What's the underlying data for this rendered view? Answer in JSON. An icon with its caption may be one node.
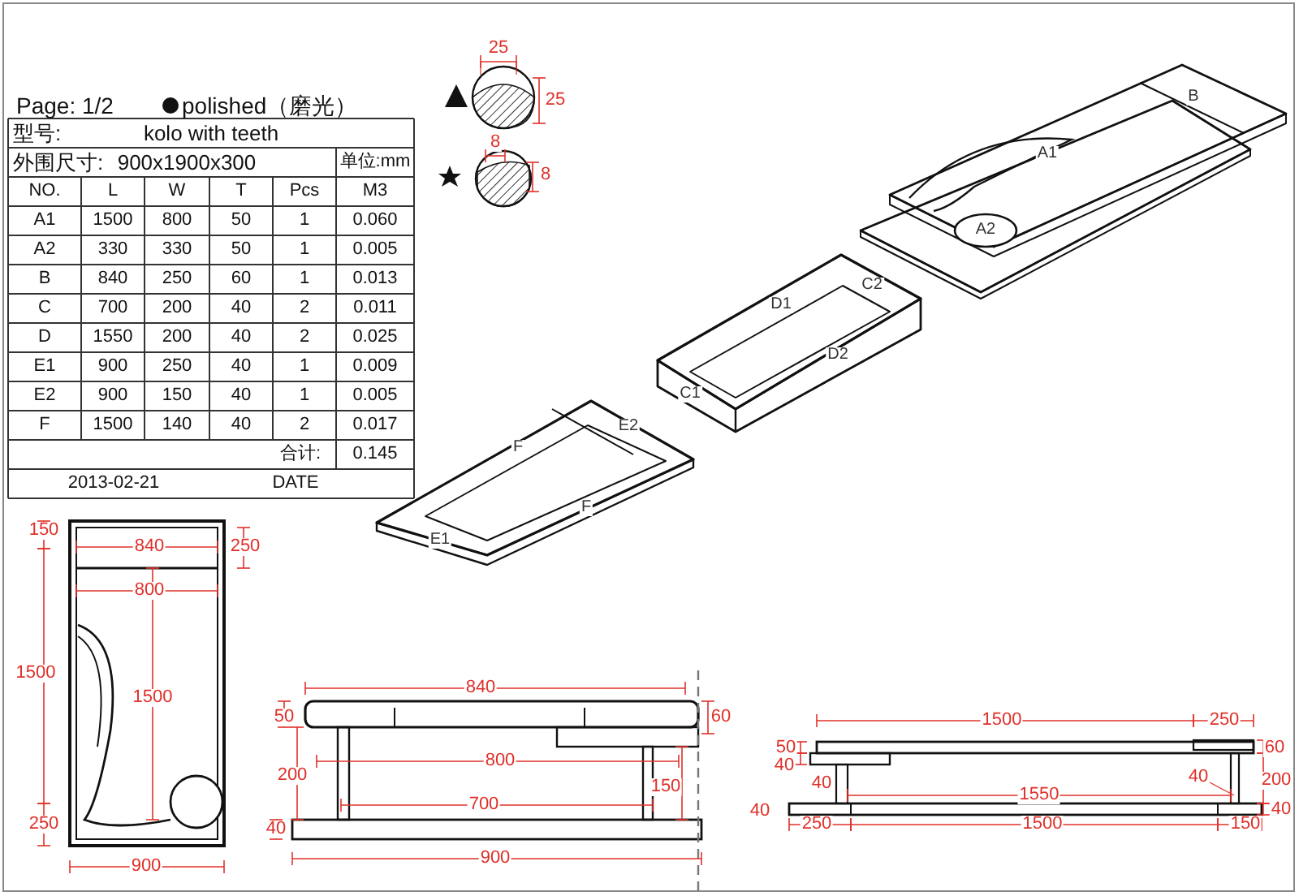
{
  "diagram": {
    "labels": [
      "Page: 1/2",
      "polished（磨光）",
      "型号:",
      "kolo with teeth",
      "外围尺寸:",
      "900x1900x300",
      "单位:mm",
      "NO.",
      "L",
      "W",
      "T",
      "Pcs",
      "M3",
      "A1",
      "1500",
      "800",
      "50",
      "1",
      "0.060",
      "A2",
      "330",
      "330",
      "50",
      "1",
      "0.005",
      "B",
      "840",
      "250",
      "60",
      "1",
      "0.013",
      "C",
      "700",
      "200",
      "40",
      "2",
      "0.011",
      "D",
      "1550",
      "200",
      "40",
      "2",
      "0.025",
      "E1",
      "900",
      "250",
      "40",
      "1",
      "0.009",
      "E2",
      "900",
      "150",
      "40",
      "1",
      "0.005",
      "F",
      "1500",
      "140",
      "40",
      "2",
      "0.017",
      "合计:",
      "0.145",
      "2013-02-21",
      "DATE",
      "25",
      "25",
      "8",
      "8",
      "B",
      "A1",
      "A2",
      "D1",
      "C2",
      "D2",
      "C1",
      "F",
      "E2",
      "F",
      "E1",
      "150",
      "840",
      "250",
      "800",
      "1500",
      "1500",
      "250",
      "900",
      "840",
      "50",
      "60",
      "800",
      "200",
      "150",
      "700",
      "40",
      "900",
      "1500",
      "250",
      "50",
      "60",
      "40",
      "40",
      "40",
      "200",
      "1550",
      "40",
      "40",
      "250",
      "1500",
      "150"
    ]
  }
}
